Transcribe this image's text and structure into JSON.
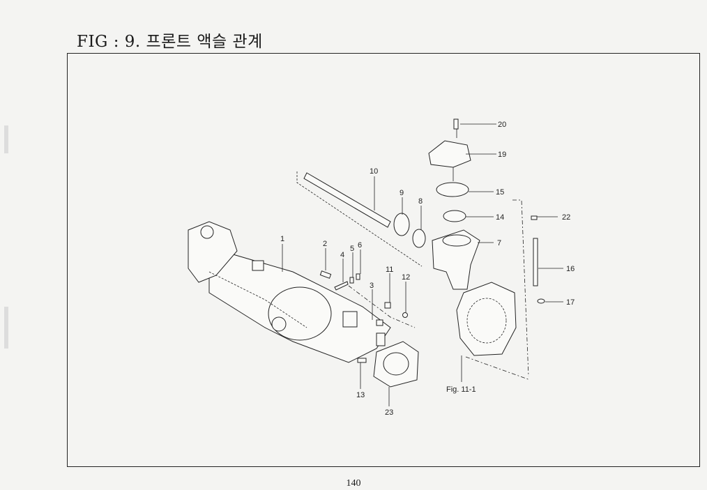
{
  "header": {
    "title": "FIG : 9. 프론트 액슬 관계"
  },
  "footer": {
    "page_number": "140"
  },
  "diagram": {
    "reference_label": "Fig. 11-1",
    "part_numbers": [
      "1",
      "2",
      "3",
      "4",
      "5",
      "6",
      "7",
      "8",
      "9",
      "10",
      "11",
      "12",
      "13",
      "14",
      "15",
      "16",
      "17",
      "19",
      "20",
      "22",
      "23"
    ]
  }
}
